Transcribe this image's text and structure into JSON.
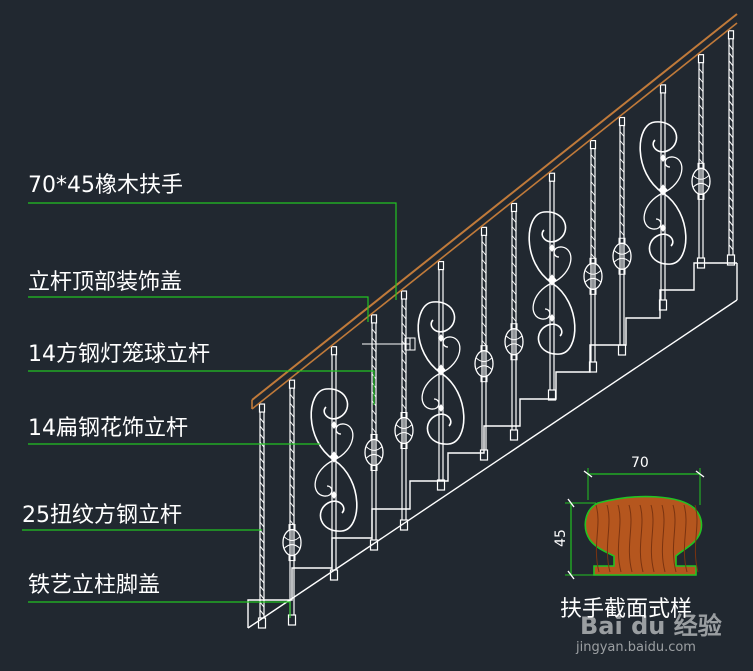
{
  "diagram": {
    "labels": [
      "70*45橡木扶手",
      "立杆顶部装饰盖",
      "14方钢灯笼球立杆",
      "14扁钢花饰立杆",
      "25扭纹方钢立杆",
      "铁艺立柱脚盖"
    ],
    "profile": {
      "width_label": "70",
      "height_label": "45",
      "caption": "扶手截面式样"
    },
    "watermark": {
      "brand": "Bai du 经验",
      "url": "jingyan.baidu.com"
    }
  },
  "colors": {
    "background": "#212830",
    "leader_line": "#22c322",
    "drawing_line": "#ffffff",
    "handrail": "#c07a3a",
    "wood_fill": "#b5561e",
    "wood_grain": "#7a3310"
  }
}
